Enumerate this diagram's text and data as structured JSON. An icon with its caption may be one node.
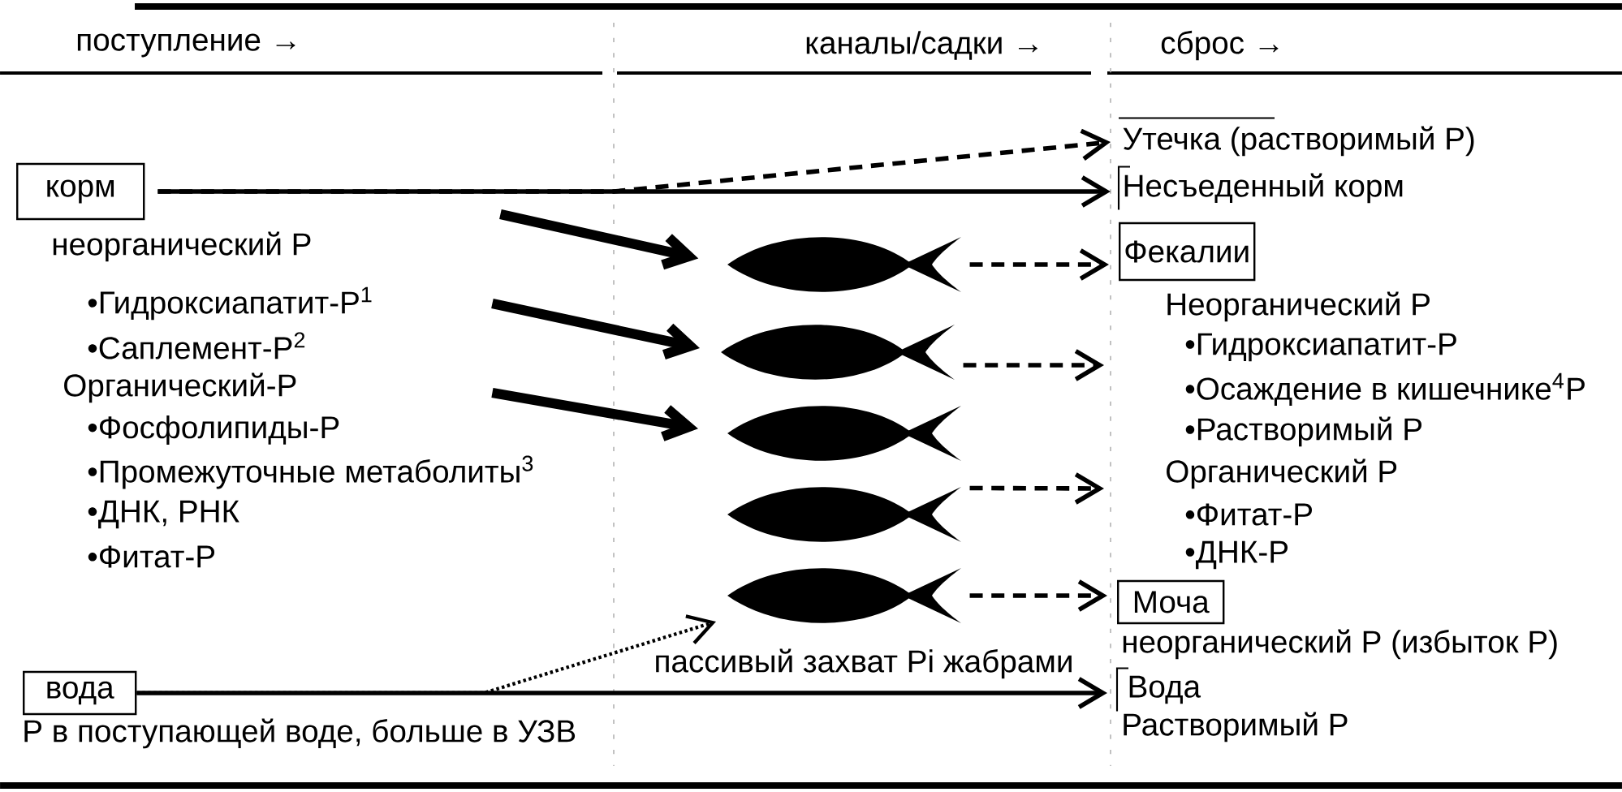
{
  "diagram": {
    "nodes": [
      {
        "text": [
          "корм"
        ],
        "beside": [
          "неорганический Р",
          "•Гидроксиапатит-Р$^{1}$",
          "•Саплемент-Р$^{2}$",
          "Органический-Р",
          "•Фосфолипиды-Р",
          "•Промежуточные метаболиты$^{3}$",
          "•ДНК, РНК",
          "•Фитат-Р"
        ]
      },
      {
        "text": [
          "Утечка (растворимый Р)"
        ]
      },
      {
        "text": [
          "Несъеденный корм"
        ]
      },
      {
        "text": [
          "Фекалии"
        ],
        "beside": [
          "Неорганический Р",
          "•Гидроксиапатит-Р",
          "•Осаждение в кишечнике$^{4}$Р",
          "•Растворимый Р",
          "Органический Р",
          "•Фитат-Р",
          "•ДНК-Р"
        ]
      },
      {
        "text": [],
        "shape": "fish"
      },
      {
        "text": [],
        "shape": "fish"
      },
      {
        "text": [],
        "shape": "fish"
      },
      {
        "text": [],
        "shape": "fish"
      },
      {
        "text": [],
        "shape": "fish"
      },
      {
        "text": [
          "Моча"
        ],
        "beside": [
          "неорганический Р (избыток Р)"
        ]
      },
      {
        "text": [
          "вода"
        ],
        "beside": [
          "Р в поступающей воде, больше в УЗВ"
        ]
      },
      {
        "text": [
          "Вода"
        ],
        "beside": [
          "Растворимый Р"
        ]
      }
    ],
    "edges": [
      {
        "from": 0,
        "to": 2,
        "arrow": "to"
      },
      {
        "from": 0,
        "to": 1,
        "arrow": "to",
        "style": "dashed"
      },
      {
        "from": 0,
        "to": 4,
        "arrow": "to",
        "style": "thick"
      },
      {
        "from": 0,
        "to": 5,
        "arrow": "to",
        "style": "thick"
      },
      {
        "from": 0,
        "to": 6,
        "arrow": "to",
        "style": "thick"
      },
      {
        "from": 4,
        "to": 3,
        "arrow": "to",
        "style": "dashed"
      },
      {
        "from": 5,
        "to": null,
        "arrow": "to",
        "style": "dashed"
      },
      {
        "from": 7,
        "to": null,
        "arrow": "to",
        "style": "dashed"
      },
      {
        "from": 8,
        "to": 9,
        "arrow": "to",
        "style": "dashed"
      },
      {
        "from": 10,
        "to": 11,
        "arrow": "to"
      },
      {
        "from": 10,
        "to": 8,
        "arrow": "to",
        "style": "dashed",
        "label": "пассивый захват Pi жабрами"
      }
    ],
    "labels": [
      "поступление →",
      "каналы/садки →",
      "сброс →"
    ]
  }
}
